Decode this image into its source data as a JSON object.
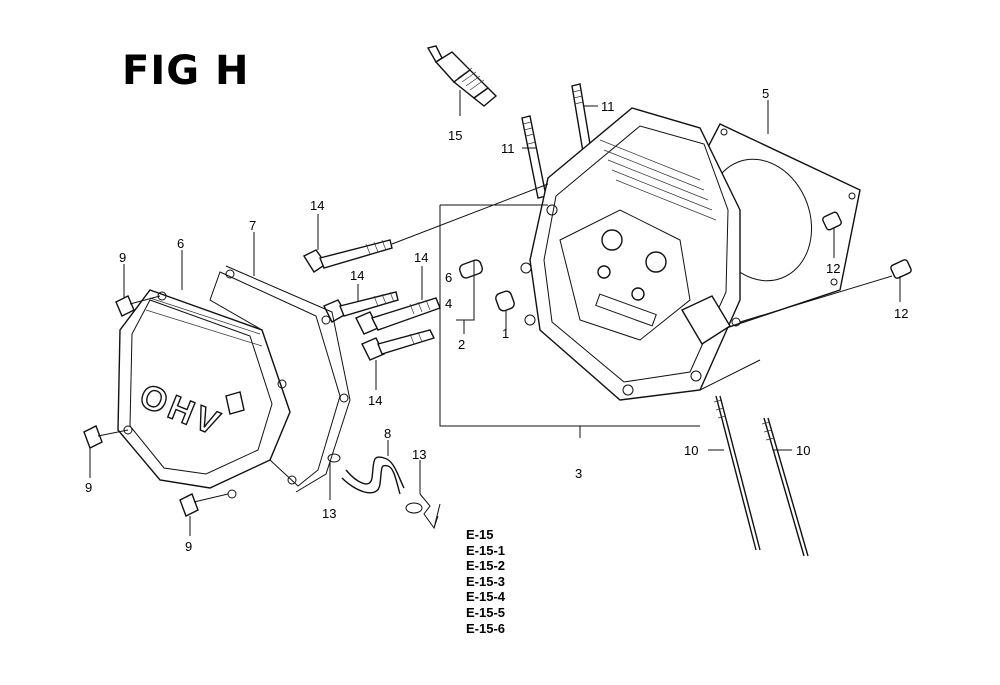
{
  "figure": {
    "title": "FIG H",
    "callouts": {
      "spark_plug": "15",
      "stud_upper": "11",
      "stud_left": "11",
      "head_gasket": "5",
      "head_bolt_long": "14",
      "head_bolt_mid": "14",
      "head_bolt_short_upper": "14",
      "head_bolt_short_lower": "14",
      "cover_bolt_top": "9",
      "cover_bolt_left": "9",
      "cover_bolt_bottom": "9",
      "valve_cover": "6",
      "cover_gasket": "7",
      "guide_set_top": "6",
      "guide_set_mid": "4",
      "guide_set_label": "2",
      "guide_pin": "1",
      "cylinder_head": "3",
      "dowel_right": "12",
      "dowel_far_right": "12",
      "breather_tube": "8",
      "clip_left": "13",
      "clip_right": "13",
      "pushrod_left": "10",
      "pushrod_right": "10"
    },
    "cover_text": "OHV",
    "references": [
      "E-15",
      "E-15-1",
      "E-15-2",
      "E-15-3",
      "E-15-4",
      "E-15-5",
      "E-15-6"
    ]
  }
}
